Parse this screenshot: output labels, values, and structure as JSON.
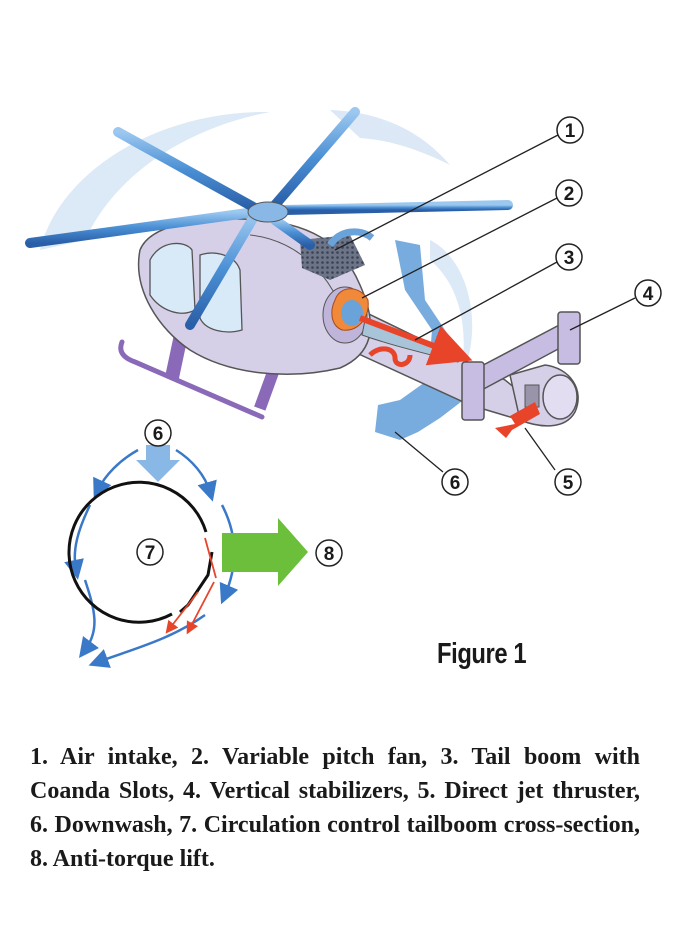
{
  "figure": {
    "title": "Figure 1",
    "callouts": [
      {
        "number": "1",
        "label": "Air intake"
      },
      {
        "number": "2",
        "label": "Variable pitch fan"
      },
      {
        "number": "3",
        "label": "Tail boom with Coanda Slots"
      },
      {
        "number": "4",
        "label": "Vertical stabilizers"
      },
      {
        "number": "5",
        "label": "Direct jet thruster"
      },
      {
        "number": "6",
        "label": "Downwash"
      },
      {
        "number": "7",
        "label": "Circulation control tailboom cross-section"
      },
      {
        "number": "8",
        "label": "Anti-torque lift"
      }
    ],
    "inset_callouts": {
      "downwash": "6",
      "cross_section": "7",
      "lift": "8"
    },
    "colors": {
      "rotor_blade": "#4a8fd4",
      "fuselage": "#d6cfe8",
      "skid": "#8a6ab8",
      "downwash_arrow": "#6aa3da",
      "jet_arrow": "#e8442a",
      "lift_arrow": "#6cbf3a",
      "fan": "#f08a3a"
    }
  },
  "caption": "1. Air intake,  2. Variable pitch fan,  3. Tail boom with Coanda Slots,  4. Vertical stabilizers,  5. Direct jet thruster,  6. Downwash,  7. Circulation control tailboom cross-section,  8. Anti-torque lift."
}
